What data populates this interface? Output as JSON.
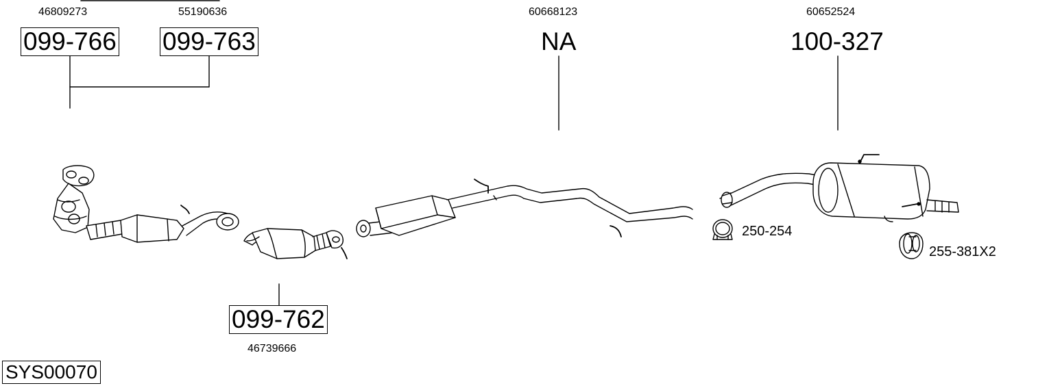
{
  "parts": {
    "p1": {
      "number": "099-766",
      "oem": "46809273"
    },
    "p2": {
      "number": "099-763",
      "oem": "55190636"
    },
    "p3": {
      "number": "NA",
      "oem": "60668123"
    },
    "p4": {
      "number": "100-327",
      "oem": "60652524"
    },
    "p5": {
      "number": "099-762",
      "oem": "46739666"
    }
  },
  "accessories": {
    "clamp": {
      "number": "250-254",
      "icon": "clamp-icon"
    },
    "rubber_mount": {
      "number": "255-381X2",
      "icon": "rubber-mount-icon"
    }
  },
  "system": {
    "id": "SYS00070"
  }
}
